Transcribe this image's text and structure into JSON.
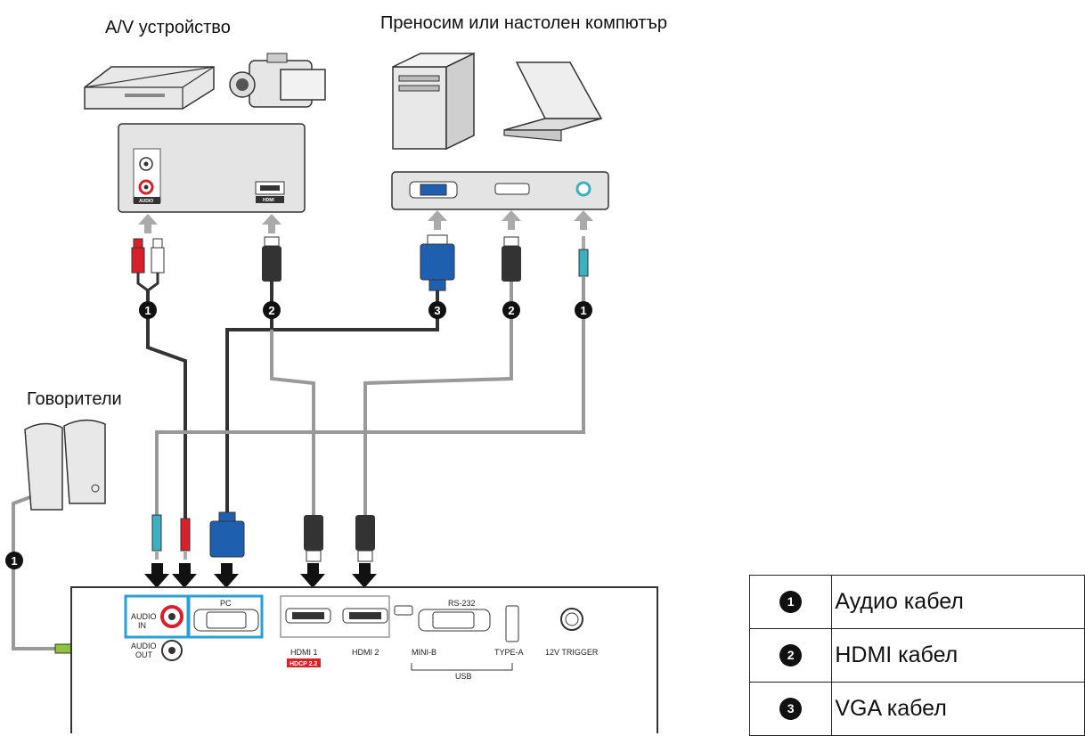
{
  "labels": {
    "av_device": "A/V устройство",
    "computer": "Преносим или настолен компютър",
    "speakers": "Говорители"
  },
  "av_panel": {
    "audio": "AUDIO",
    "hdmi": "HDMI"
  },
  "projector": {
    "audio_in": [
      "AUDIO",
      "IN"
    ],
    "audio_out": [
      "AUDIO",
      "OUT"
    ],
    "pc": "PC",
    "hdmi1": "HDMI 1",
    "hdcp": "HDCP 2.2",
    "hdmi2": "HDMI 2",
    "rs232": "RS-232",
    "mini_b": "MINI-B",
    "usb": "USB",
    "type_a": "TYPE-A",
    "trigger": "12V TRIGGER"
  },
  "cable_markers": [
    "1",
    "2",
    "3",
    "2",
    "1",
    "1"
  ],
  "legend": [
    {
      "num": "1",
      "text": "Аудио кабел"
    },
    {
      "num": "2",
      "text": "HDMI кабел"
    },
    {
      "num": "3",
      "text": "VGA кабел"
    }
  ],
  "colors": {
    "vga_blue": "#1f5fb0",
    "highlight_blue": "#2a9fd6",
    "audio_red": "#d8202a",
    "audio_green": "#8fc43a",
    "audio_teal": "#3bb0c0"
  }
}
